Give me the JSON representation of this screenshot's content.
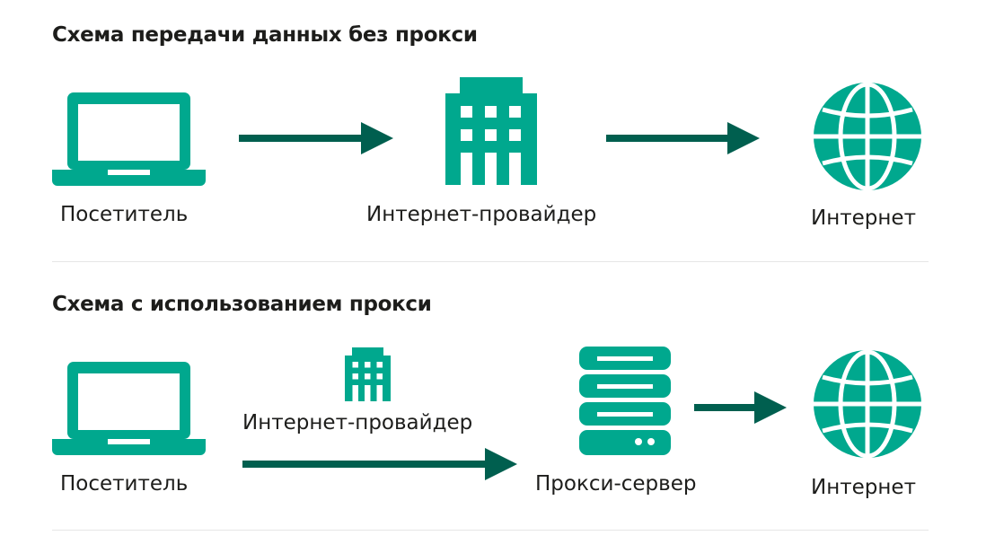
{
  "colors": {
    "icon": "#00a88e",
    "arrow": "#005f4f",
    "text": "#1d1d1b",
    "divider": "#e6e6e6"
  },
  "section1": {
    "title": "Схема передачи данных без прокси",
    "visitor_label": "Посетитель",
    "isp_label": "Интернет-провайдер",
    "internet_label": "Интернет",
    "icons": [
      "laptop-icon",
      "building-icon",
      "globe-icon"
    ]
  },
  "section2": {
    "title": "Схема с использованием прокси",
    "visitor_label": "Посетитель",
    "isp_label": "Интернет-провайдер",
    "proxy_label": "Прокси-сервер",
    "internet_label": "Интернет",
    "icons": [
      "laptop-icon",
      "building-icon",
      "server-icon",
      "globe-icon"
    ]
  }
}
